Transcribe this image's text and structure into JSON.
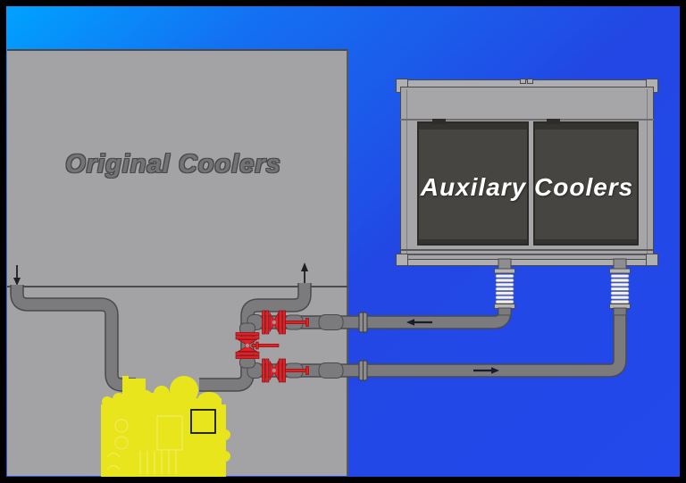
{
  "labels": {
    "original_coolers": "Original Coolers",
    "auxiliary_coolers": "Auxilary Coolers"
  },
  "colors": {
    "background_gradient_start": "#00a2ff",
    "background_gradient_end": "#2349ec",
    "frame": "#000000",
    "original_box_gray": "#a3a3a6",
    "aux_frame_gray": "#a6a6a8",
    "aux_panel_dark": "#474542",
    "pipe_gray": "#7b7b7d",
    "pipe_outline": "#4b4b4d",
    "valve_red": "#e02227",
    "engine_yellow": "#e9e51c",
    "bellows_white": "#f2f2f2",
    "flow_arrow_dark": "#1a1a2e"
  },
  "components": {
    "valves": [
      "upper-gate-valve",
      "bypass-valve",
      "lower-gate-valve"
    ],
    "expansion_joints": [
      "left-bellows",
      "right-bellows"
    ],
    "flow_arrows": [
      {
        "pipe": "upper",
        "direction": "left"
      },
      {
        "pipe": "lower",
        "direction": "right"
      }
    ],
    "boundary_arrows": [
      {
        "position": "left",
        "direction": "down"
      },
      {
        "position": "right",
        "direction": "up"
      }
    ]
  }
}
